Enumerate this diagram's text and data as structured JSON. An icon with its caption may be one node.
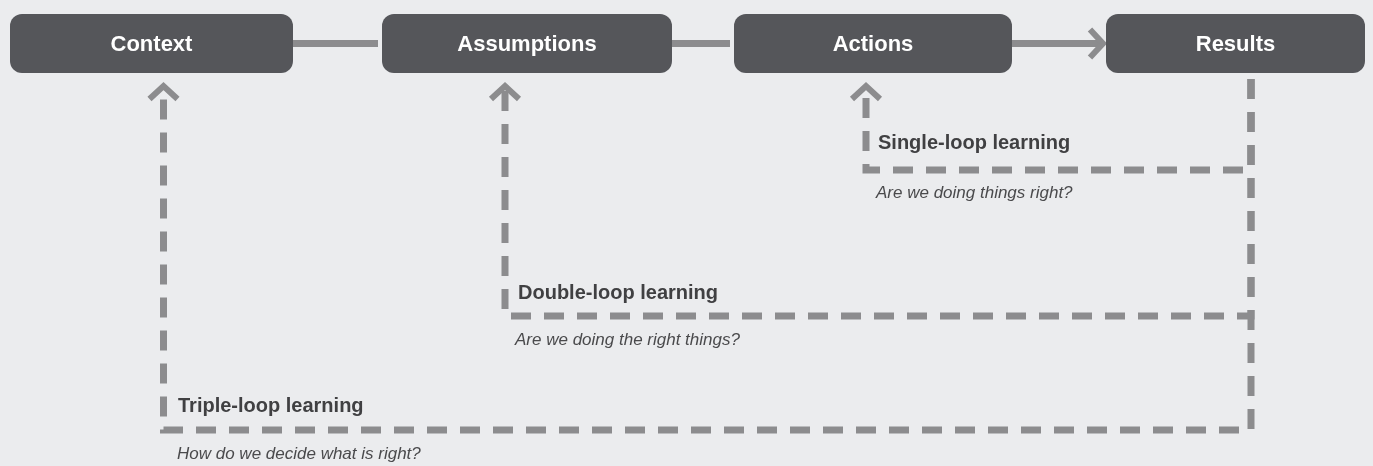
{
  "diagram": {
    "nodes": [
      {
        "text": [
          "Context"
        ]
      },
      {
        "text": [
          "Assumptions"
        ]
      },
      {
        "text": [
          "Actions"
        ]
      },
      {
        "text": [
          "Results"
        ]
      }
    ],
    "edges": [
      {
        "from": 0,
        "to": 1,
        "arrow": "none"
      },
      {
        "from": 1,
        "to": 2,
        "arrow": "none"
      },
      {
        "from": 2,
        "to": 3,
        "arrow": "to"
      },
      {
        "from": 3,
        "to": 2,
        "arrow": "to",
        "style": "dashed",
        "label": "Single-loop learning"
      },
      {
        "from": 3,
        "to": 1,
        "arrow": "to",
        "style": "dashed",
        "label": "Double-loop learning"
      },
      {
        "from": 3,
        "to": 0,
        "arrow": "to",
        "style": "dashed",
        "label": "Triple-loop learning"
      }
    ],
    "labels": [
      "Are we doing things right?",
      "Are we doing the right things?",
      "How do we decide what is right?"
    ]
  }
}
